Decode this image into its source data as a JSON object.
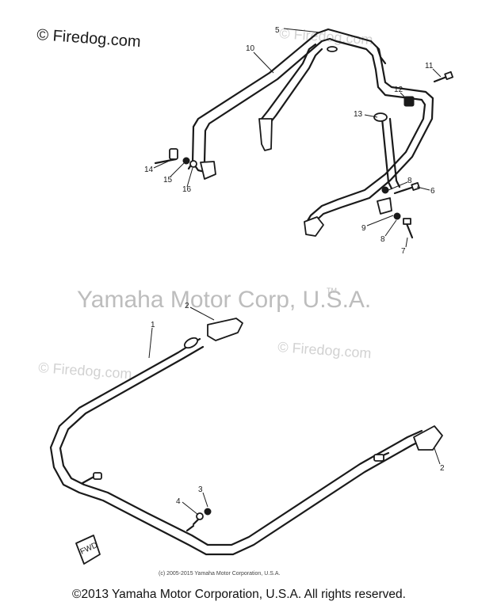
{
  "watermarks": {
    "top_left": "© Firedog.com",
    "repeated": "© Firedog.com",
    "brand": "Yamaha Motor Corp, U.S.A.",
    "trademark": "TM"
  },
  "callouts": {
    "c1": "1",
    "c2a": "2",
    "c2b": "2",
    "c3": "3",
    "c4": "4",
    "c5": "5",
    "c6": "6",
    "c7": "7",
    "c8a": "8",
    "c8b": "8",
    "c9": "9",
    "c10": "10",
    "c11": "11",
    "c12": "12",
    "c13": "13",
    "c14": "14",
    "c15": "15",
    "c16": "16"
  },
  "fwd_marker": "FWD",
  "small_copyright": "(c) 2005-2015 Yamaha Motor Corporation, U.S.A.",
  "footer": "©2013 Yamaha Motor Corporation, U.S.A. All rights reserved."
}
